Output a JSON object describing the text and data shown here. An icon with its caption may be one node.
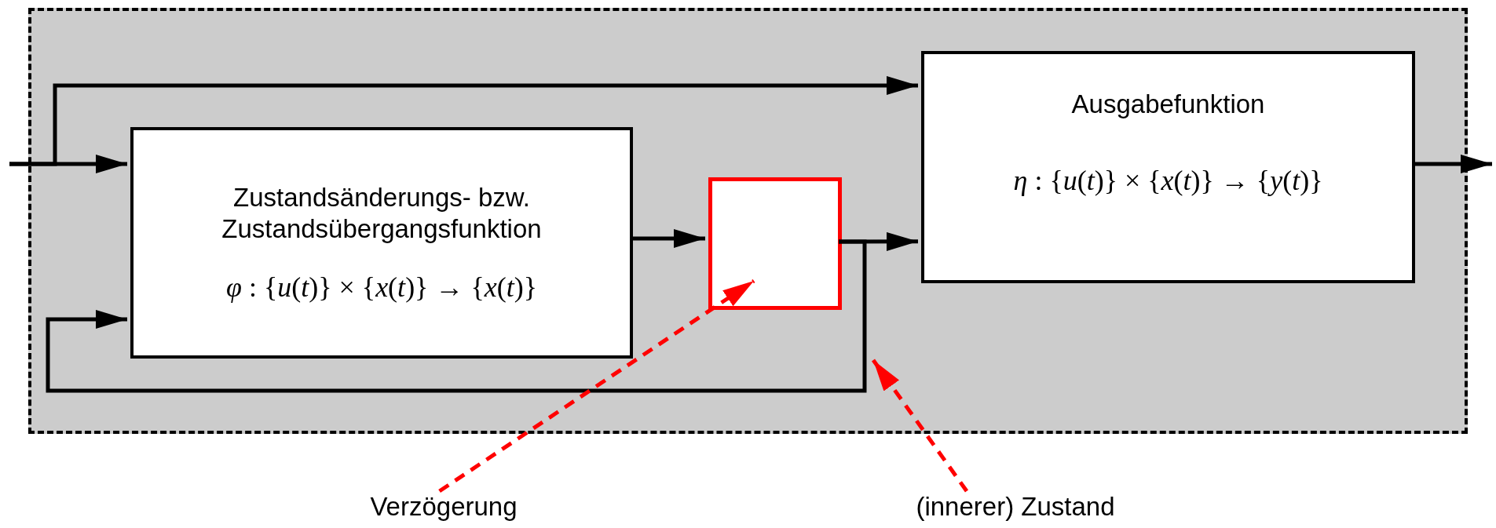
{
  "diagram": {
    "nodes": [
      {
        "text": [],
        "shape": "box"
      },
      {
        "text": [
          "Zustandsänderungs- bzw. Zustandsübergangsfunktion",
          "*φ* : {*u*(*t*)} × {*x*(*t*)} → {*x*(*t*)}"
        ],
        "in": 0
      },
      {
        "text": [],
        "shape": "box",
        "in": 0
      },
      {
        "text": [
          "Ausgabefunktion",
          "*η* : {*u*(*t*)} × {*x*(*t*)} → {*y*(*t*)}"
        ],
        "in": 0
      },
      {
        "text": [
          "Verzögerung"
        ]
      },
      {
        "text": [
          "(innerer) Zustand"
        ]
      }
    ],
    "edges": [
      {
        "from": null,
        "to": 1,
        "arrow": "to"
      },
      {
        "from": null,
        "to": 3,
        "arrow": "to"
      },
      {
        "from": 1,
        "to": 2,
        "arrow": "to"
      },
      {
        "from": 2,
        "to": 3,
        "arrow": "to"
      },
      {
        "from": 2,
        "to": 1,
        "arrow": "to"
      },
      {
        "from": 3,
        "to": null,
        "arrow": "to"
      },
      {
        "from": 4,
        "to": 2,
        "arrow": "to",
        "style": "dashed",
        "color": "#ff0000"
      },
      {
        "from": 5,
        "to": null,
        "arrow": "to",
        "style": "dashed",
        "color": "#ff0000"
      }
    ]
  }
}
